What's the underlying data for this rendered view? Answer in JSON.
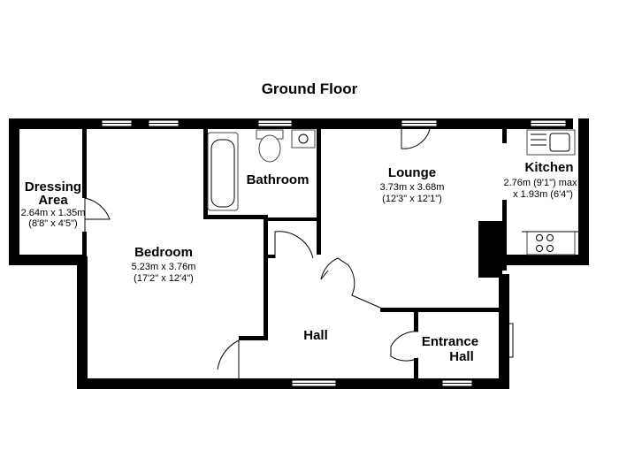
{
  "title": "Ground Floor",
  "rooms": {
    "dressing": {
      "name_line1": "Dressing",
      "name_line2": "Area",
      "dim_metric": "2.64m x 1.35m",
      "dim_imperial": "(8'8\" x 4'5\")"
    },
    "bathroom": {
      "name": "Bathroom"
    },
    "lounge": {
      "name": "Lounge",
      "dim_metric": "3.73m x 3.68m",
      "dim_imperial": "(12'3\" x 12'1\")"
    },
    "kitchen": {
      "name": "Kitchen",
      "dim_line1": "2.76m (9'1\") max",
      "dim_line2": "x 1.93m (6'4\")"
    },
    "bedroom": {
      "name": "Bedroom",
      "dim_metric": "5.23m x 3.76m",
      "dim_imperial": "(17'2\" x 12'4\")"
    },
    "hall": {
      "name": "Hall"
    },
    "entrance": {
      "name_line1": "Entrance",
      "name_line2": "Hall"
    }
  }
}
